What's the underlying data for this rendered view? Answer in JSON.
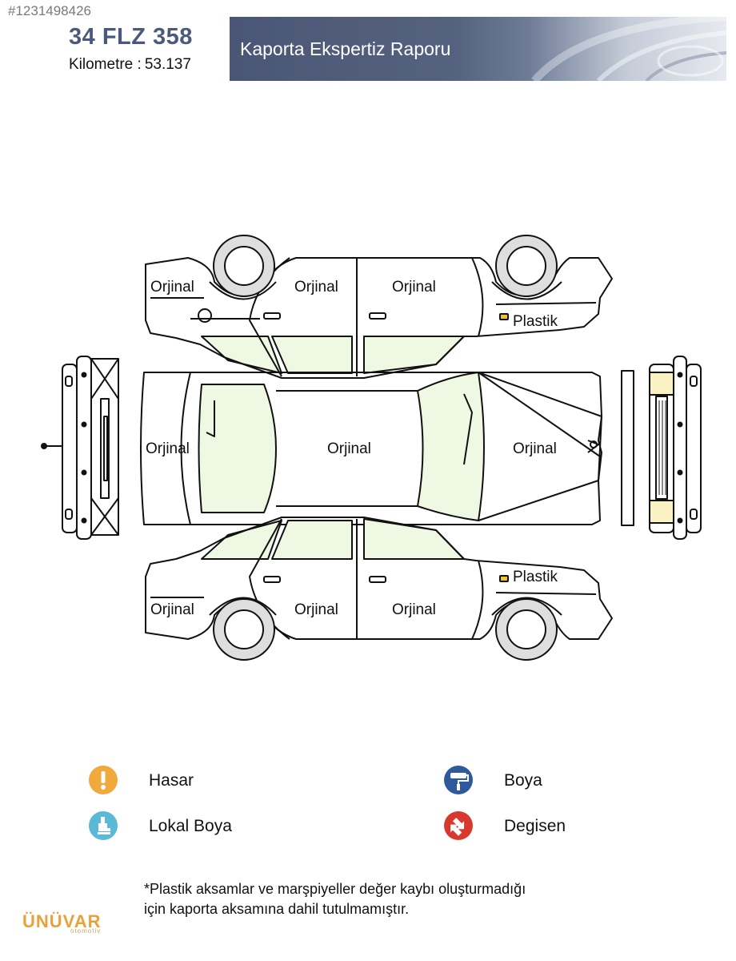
{
  "listing": {
    "id": "#1231498426"
  },
  "vehicle": {
    "plate": "34 FLZ 358",
    "km_label": "Kilometre :",
    "km_value": "53.137"
  },
  "report": {
    "title": "Kaporta Ekspertiz Raporu"
  },
  "colors": {
    "header_text": "#4b5a7c",
    "banner": "#4a5675",
    "glass": "#eef8e2",
    "plastic_marker": "#f2c232",
    "hasar": "#f2a93b",
    "lokal_boya": "#5bb8d6",
    "boya": "#2e5a9c",
    "degisen": "#d9382f"
  },
  "parts": {
    "top_left_fender": "Orjinal",
    "top_front_door": "Orjinal",
    "top_rear_door": "Orjinal",
    "top_rear_bumper": "Plastik",
    "hood": "Orjinal",
    "roof": "Orjinal",
    "trunk": "Orjinal",
    "bottom_right_fender": "Orjinal",
    "bottom_front_door": "Orjinal",
    "bottom_rear_door": "Orjinal",
    "bottom_rear_bumper": "Plastik"
  },
  "legend": [
    {
      "icon": "warning-icon",
      "label": "Hasar"
    },
    {
      "icon": "paint-roller-icon",
      "label": "Boya"
    },
    {
      "icon": "spray-gun-icon",
      "label": "Lokal Boya"
    },
    {
      "icon": "swap-arrows-icon",
      "label": "Degisen"
    }
  ],
  "footnote": {
    "line1": "*Plastik aksamlar ve marşpiyeller değer kaybı oluşturmadığı",
    "line2": "için kaporta aksamına dahil tutulmamıştır."
  },
  "brand": {
    "name": "ÜNÜVAR",
    "sub": "otomotiv"
  }
}
